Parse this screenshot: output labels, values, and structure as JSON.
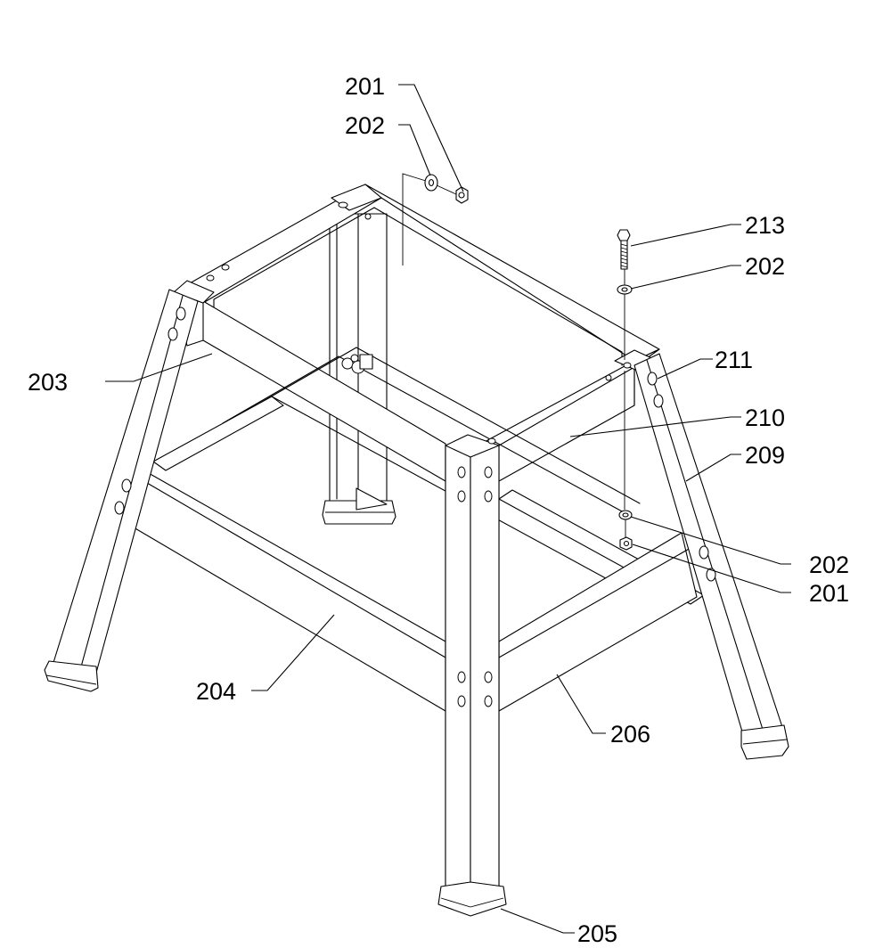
{
  "diagram": {
    "callouts": {
      "c201_top": "201",
      "c202_top": "202",
      "c213": "213",
      "c202_right": "202",
      "c211": "211",
      "c203": "203",
      "c210": "210",
      "c209": "209",
      "c202_lower": "202",
      "c201_lower": "201",
      "c204": "204",
      "c206": "206",
      "c205": "205"
    }
  }
}
